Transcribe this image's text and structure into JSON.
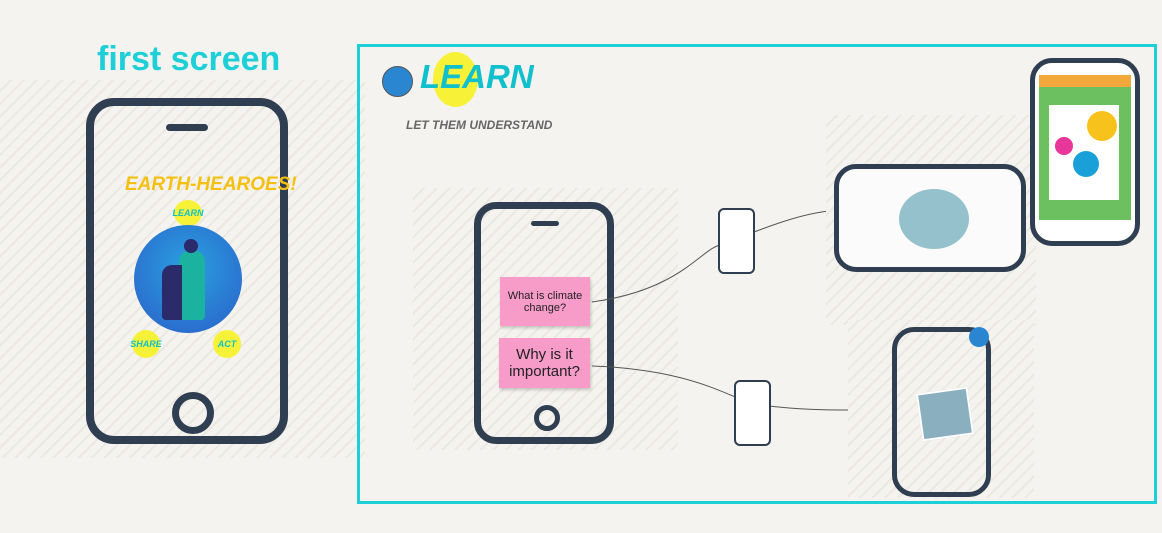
{
  "first_screen": {
    "title": "first screen",
    "app_title": "EARTH-HEAROES!",
    "buttons": {
      "learn": "LEARN",
      "share": "SHARE",
      "act": "ACT"
    }
  },
  "learn_frame": {
    "title": "LEARN",
    "subtitle": "LET THEM UNDERSTAND",
    "frame_color": "#1dcfd6"
  },
  "stickies": [
    {
      "text": "What is climate change?"
    },
    {
      "text": "Why is it important?"
    }
  ],
  "colors": {
    "accent": "#1dcfd6",
    "phone": "#2f3e50",
    "sticky": "#f79bc8",
    "yellow": "#f7f237",
    "title_orange": "#f5c012"
  }
}
